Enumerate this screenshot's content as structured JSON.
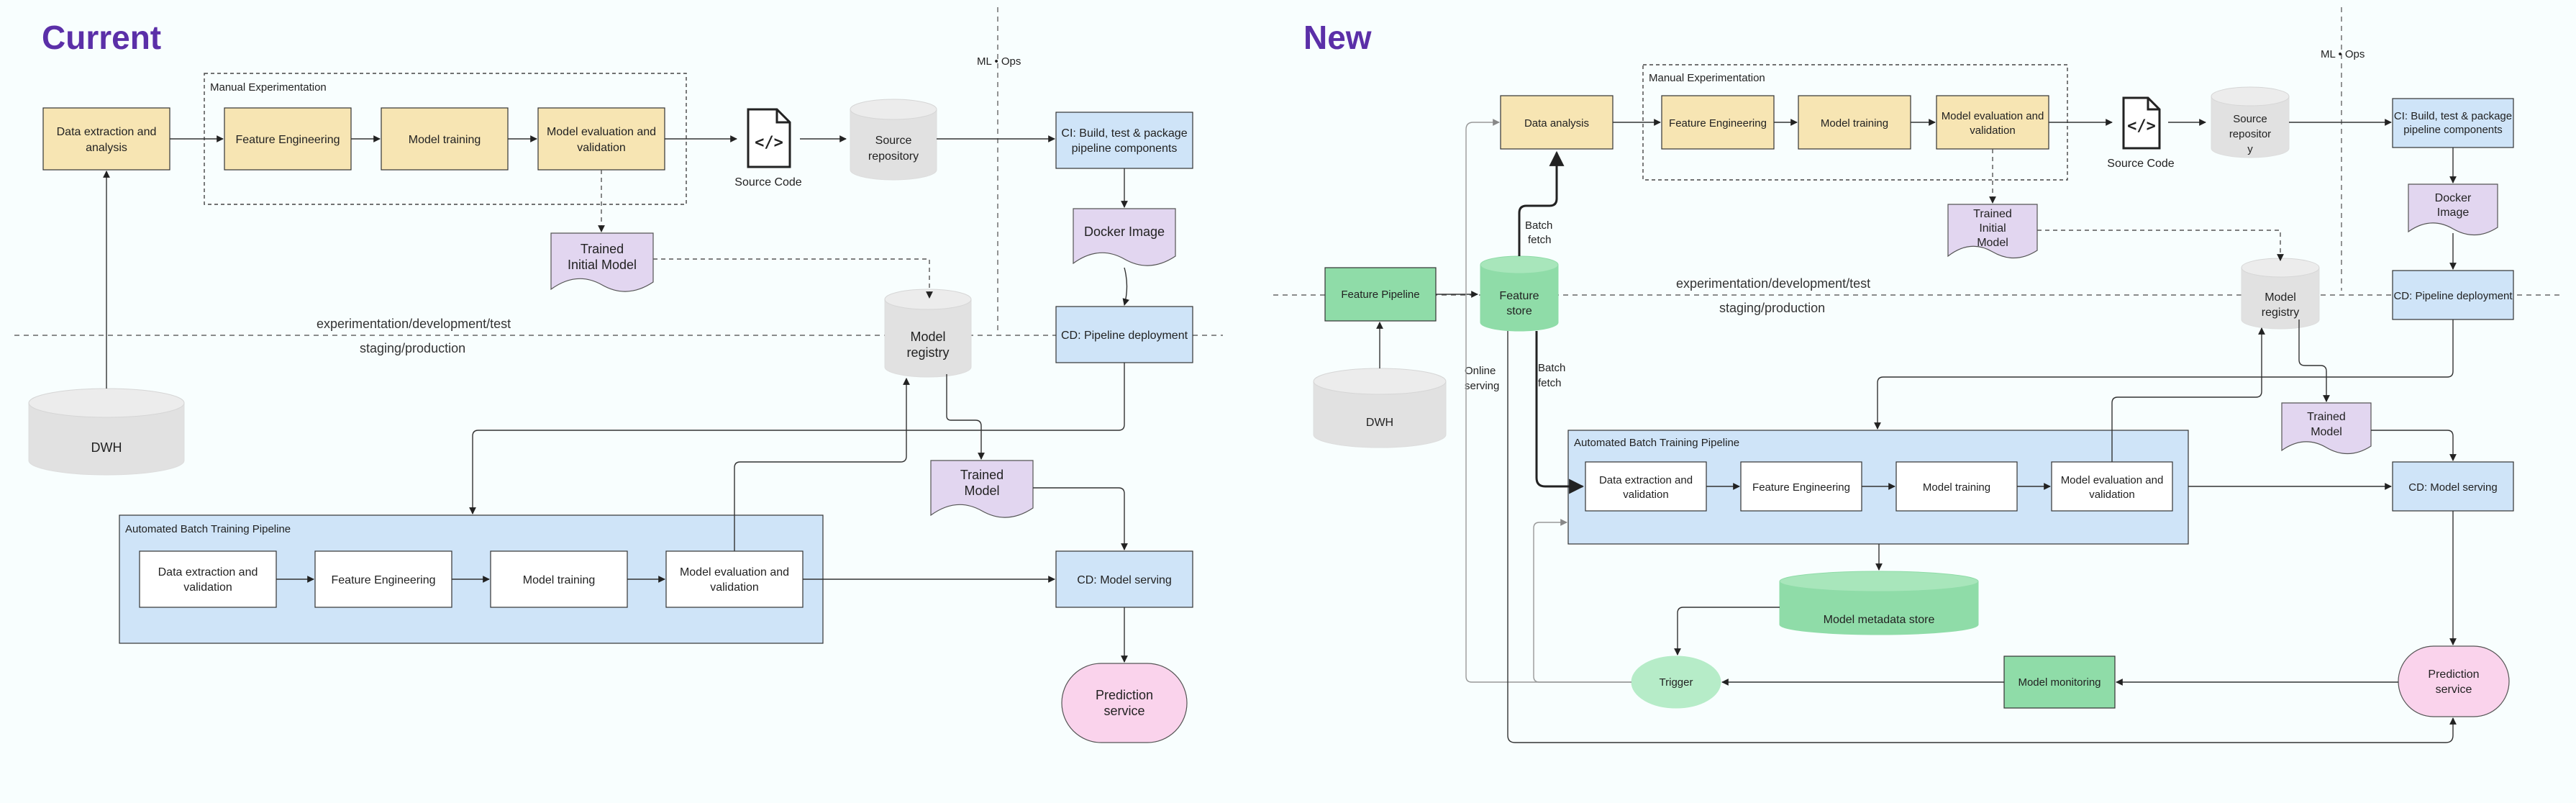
{
  "colors": {
    "title": "#5b2fa8",
    "yellow": "#f7e5b3",
    "blue": "#cfe4f8",
    "purple": "#e2d6f0",
    "gray_db": "#e1e1e1",
    "green": "#8fdca8",
    "green_light": "#b6ecc8",
    "pink": "#fad3ec",
    "white": "#ffffff"
  },
  "icons": [
    "source-code-icon"
  ],
  "current": {
    "title": "Current",
    "manual_experimentation": "Manual Experimentation",
    "data_extraction": [
      "Data extraction and",
      "analysis"
    ],
    "feature_engineering": "Feature Engineering",
    "model_training": "Model training",
    "model_evaluation": [
      "Model evaluation and",
      "validation"
    ],
    "source_code": "Source Code",
    "source_repository": [
      "Source",
      "repository"
    ],
    "ml_ops": "ML • Ops",
    "ci_build": [
      "CI: Build, test & package",
      "pipeline components"
    ],
    "docker_image": "Docker Image",
    "trained_initial_model": [
      "Trained",
      "Initial Model"
    ],
    "model_registry": [
      "Model",
      "registry"
    ],
    "cd_pipeline": "CD: Pipeline deployment",
    "experimentation_label": "experimentation/development/test",
    "staging_label": "staging/production",
    "dwh": "DWH",
    "trained_model": [
      "Trained",
      "Model"
    ],
    "automated_pipeline": "Automated Batch Training Pipeline",
    "auto_extraction": [
      "Data extraction and",
      "validation"
    ],
    "auto_feature": "Feature Engineering",
    "auto_training": "Model training",
    "auto_evaluation": [
      "Model evaluation and",
      "validation"
    ],
    "cd_model_serving": "CD: Model serving",
    "prediction_service": [
      "Prediction",
      "service"
    ]
  },
  "new": {
    "title": "New",
    "manual_experimentation": "Manual Experimentation",
    "data_analysis": "Data analysis",
    "feature_engineering": "Feature Engineering",
    "model_training": "Model training",
    "model_evaluation": [
      "Model evaluation and",
      "validation"
    ],
    "source_code": "Source Code",
    "source_repository": [
      "Source",
      "repositor",
      "y"
    ],
    "ml_ops": "ML • Ops",
    "ci_build": [
      "CI: Build, test & package",
      "pipeline components"
    ],
    "docker_image": [
      "Docker",
      "Image"
    ],
    "trained_initial_model": [
      "Trained",
      "Initial",
      "Model"
    ],
    "batch_fetch_top": [
      "Batch",
      "fetch"
    ],
    "feature_pipeline": "Feature Pipeline",
    "feature_store": [
      "Feature",
      "store"
    ],
    "experimentation_label": "experimentation/development/test",
    "staging_label": "staging/production",
    "model_registry": [
      "Model",
      "registry"
    ],
    "cd_pipeline": "CD: Pipeline deployment",
    "dwh": "DWH",
    "online_serving": [
      "Online",
      "serving"
    ],
    "batch_fetch_bottom": [
      "Batch",
      "fetch"
    ],
    "trained_model": [
      "Trained",
      "Model"
    ],
    "automated_pipeline": "Automated Batch Training Pipeline",
    "auto_extraction": [
      "Data extraction and",
      "validation"
    ],
    "auto_feature": "Feature Engineering",
    "auto_training": "Model training",
    "auto_evaluation": [
      "Model evaluation and",
      "validation"
    ],
    "cd_model_serving": "CD: Model serving",
    "model_metadata_store": "Model metadata store",
    "trigger": "Trigger",
    "model_monitoring": "Model monitoring",
    "prediction_service": [
      "Prediction",
      "service"
    ]
  }
}
